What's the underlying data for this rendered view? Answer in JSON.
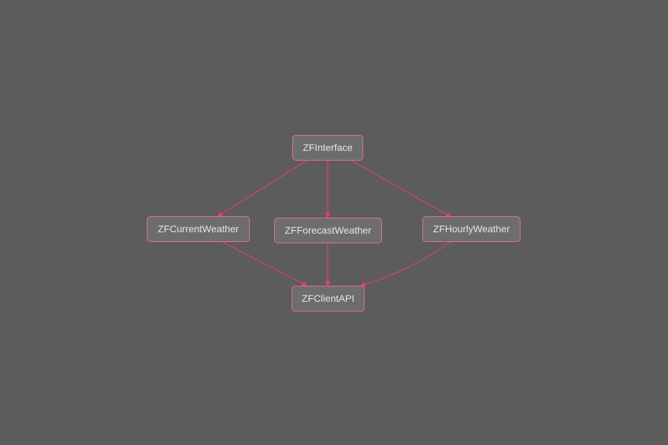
{
  "diagram": {
    "nodes": [
      {
        "id": "interface",
        "label": "ZFInterface"
      },
      {
        "id": "current",
        "label": "ZFCurrentWeather"
      },
      {
        "id": "forecast",
        "label": "ZFForecastWeather"
      },
      {
        "id": "hourly",
        "label": "ZFHourlyWeather"
      },
      {
        "id": "client",
        "label": "ZFClientAPI"
      }
    ],
    "edges": [
      {
        "from": "interface",
        "to": "current"
      },
      {
        "from": "interface",
        "to": "forecast"
      },
      {
        "from": "interface",
        "to": "hourly"
      },
      {
        "from": "current",
        "to": "client"
      },
      {
        "from": "forecast",
        "to": "client"
      },
      {
        "from": "hourly",
        "to": "client"
      }
    ],
    "colors": {
      "background": "#5c5c5c",
      "node_fill": "#6d6d6d",
      "node_border": "#f0707a",
      "node_text": "#e6e6e6",
      "edge": "#e8388a"
    }
  }
}
